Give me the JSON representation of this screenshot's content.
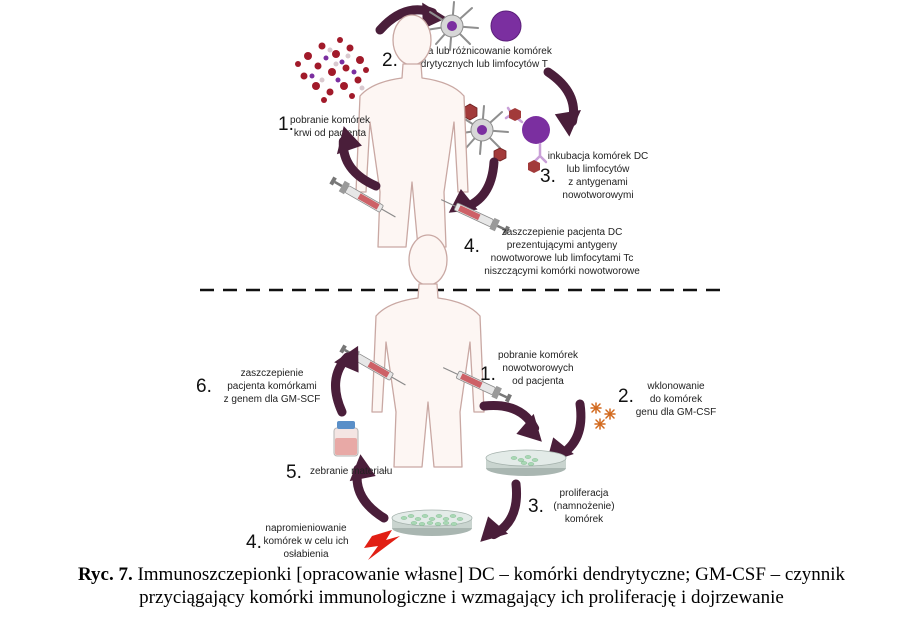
{
  "top": {
    "step1": {
      "num": "1.",
      "lines": [
        "pobranie komórek",
        "krwi od pacjenta"
      ]
    },
    "step2": {
      "num": "2.",
      "lines": [
        "izolacja lub różnicowanie komórek",
        "dendrytycznych lub limfocytów T"
      ]
    },
    "step3": {
      "num": "3.",
      "lines": [
        "inkubacja komórek DC",
        "lub limfocytów",
        "z antygenami",
        "nowotworowymi"
      ]
    },
    "step4": {
      "num": "4.",
      "lines": [
        "zaszczepienie pacjenta DC",
        "prezentującymi antygeny",
        "nowotworowe lub limfocytami Tc",
        "niszczącymi komórki nowotworowe"
      ]
    }
  },
  "bottom": {
    "step1": {
      "num": "1.",
      "lines": [
        "pobranie komórek",
        "nowotworowych",
        "od pacjenta"
      ]
    },
    "step2": {
      "num": "2.",
      "lines": [
        "wklonowanie",
        "do komórek",
        "genu dla GM-CSF"
      ]
    },
    "step3": {
      "num": "3.",
      "lines": [
        "proliferacja",
        "(namnożenie)",
        "komórek"
      ]
    },
    "step4": {
      "num": "4.",
      "lines": [
        "napromieniowanie",
        "komórek w celu ich",
        "osłabienia"
      ]
    },
    "step5": {
      "num": "5.",
      "lines": [
        "zebranie materiału"
      ]
    },
    "step6": {
      "num": "6.",
      "lines": [
        "zaszczepienie",
        "pacjenta komórkami",
        "z genem dla GM-SCF"
      ]
    }
  },
  "caption": {
    "label": "Ryc. 7.",
    "line1": "Immunoszczepionki [opracowanie własne] DC – komórki dendrytyczne; GM-CSF – czynnik",
    "line2": "przyciągający komórki immunologiczne i wzmagający ich proliferację i dojrzewanie"
  },
  "colors": {
    "arrow": "#4a1e3a",
    "body_outline": "#c9a8a3",
    "body_fill": "#fdf6f3",
    "cell_purple": "#7b2fa0",
    "blood_red": "#a11a2a",
    "dish": "#b9c6c1",
    "lightning": "#e11f14"
  }
}
